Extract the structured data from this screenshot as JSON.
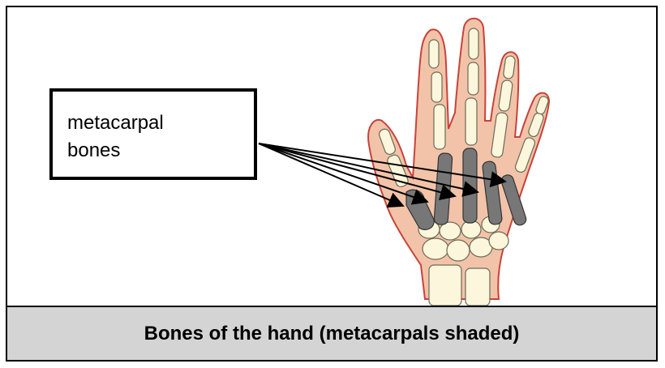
{
  "label": {
    "lines": [
      "metacarpal",
      "bones"
    ]
  },
  "caption": "Bones of the hand (metacarpals shaded)",
  "colors": {
    "skin": "#f2c3a9",
    "skin_outline": "#c8433a",
    "bone": "#fbf6dc",
    "metacarpal": "#777777",
    "caption_background": "#d4d4d4"
  }
}
